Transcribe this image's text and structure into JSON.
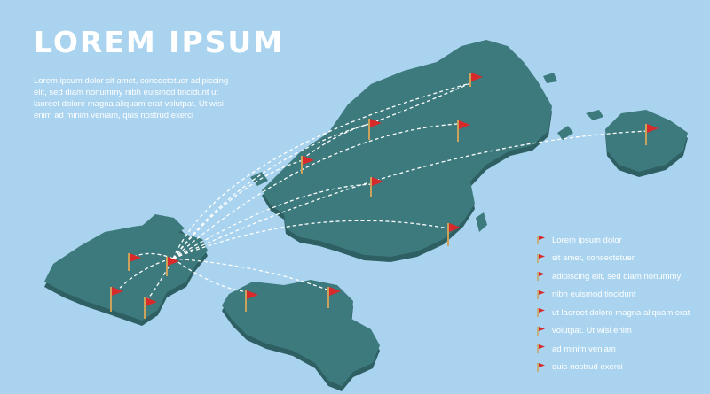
{
  "header": {
    "title": "LOREM IPSUM",
    "intro": "Lorem ipsum dolor sit amet, consectetuer adipiscing elit, sed diam nonummy nibh euismod tincidunt ut laoreet dolore magna aliquam erat volutpat. Ut wisi enim ad minim veniam, quis nostrud exerci"
  },
  "legend": {
    "items": [
      "Lorem ipsum dolor",
      "sit amet, consectetuer",
      "adipiscing elit, sed diam nonummy",
      "nibh euismod tincidunt",
      "ut laoreet dolore magna aliquam erat",
      "volutpat. Ut wisi enim",
      "ad minim veniam",
      "quis nostrud exerci"
    ]
  },
  "colors": {
    "ocean": "#a9d3ee",
    "land": "#3d7a7d",
    "land_edge": "#2e5f62",
    "flag": "#d82a2a",
    "pole": "#c9a35b",
    "route": "#ffffff",
    "text": "#ffffff"
  },
  "map": {
    "style": "isometric world map",
    "icon": "flag-icon",
    "route_style": "dashed white arcs",
    "flag_count": 13
  }
}
